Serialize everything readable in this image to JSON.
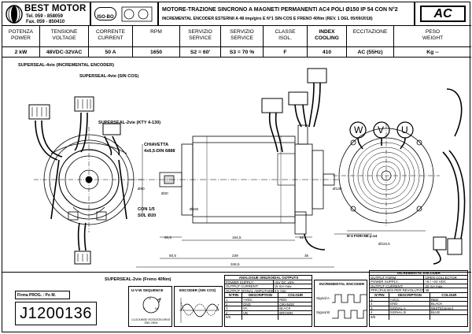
{
  "header": {
    "brand": "BEST MOTOR",
    "tel": "Tel. 059 - 858059",
    "fax": "Fax. 059 - 850410",
    "iso": "ISO-BO",
    "title_line1": "MOTORE-TRAZIONE SINCRONO A MAGNETI PERMANENTI AC4 POLI Ø150 IP 54 CON N°2",
    "title_line2": "INCREMENTAL ENCODER ESTERNII A 48 imp/giro E N°1 SIN-COS E FRENO 40Nm (REV. 1 DEL 05/09/2018)",
    "badge": "AC"
  },
  "specs": [
    {
      "label": [
        "POTENZA",
        "POWER"
      ],
      "value": "2 kW"
    },
    {
      "label": [
        "TENSIONE",
        "VOLTAGE"
      ],
      "value": "48VDC-32VAC"
    },
    {
      "label": [
        "CORRENTE",
        "CURRENT"
      ],
      "value": "50 A"
    },
    {
      "label": [
        "RPM",
        ""
      ],
      "value": "1650"
    },
    {
      "label": [
        "SERVIZIO",
        "SERVICE"
      ],
      "value": "S2 =   60'"
    },
    {
      "label": [
        "SERVIZIO",
        "SERVICE"
      ],
      "value": "S3 = 70 %"
    },
    {
      "label": [
        "CLASSE",
        "ISOL."
      ],
      "value": "F"
    },
    {
      "label": [
        "INDEX COOLING",
        ""
      ],
      "value": "410"
    },
    {
      "label": [
        "ECCITAZIONE",
        ""
      ],
      "value": "AC (55Hz)"
    },
    {
      "label": [
        "PESO",
        "WEIGHT"
      ],
      "value": "Kg --"
    }
  ],
  "callouts": {
    "incremental": "SUPERSEAL-4vie (INCREMENTAL ENCODER)",
    "sincos": "SUPERSEAL-4vie (SIN COS)",
    "kty": "SUPERSEAL-2vie (KTY 4-130)",
    "chiavetta1": "CHIAVETTA",
    "chiavetta2": "4x6,5-DIN 6888",
    "con1": "CON 1/5",
    "con2": "SUL Ø20",
    "freno": "SUPERSEAL-2vie (Freno 40Nm)",
    "fori": "N°4 FORI M8 p.14"
  },
  "phases": [
    "W",
    "V",
    "U"
  ],
  "dims": {
    "d194": "194,5",
    "d239": "239",
    "d346": "346,5",
    "d50a": "50,5",
    "d50b": "50,5",
    "d52": "52",
    "d35": "35",
    "d115": "Ø115,5",
    "d60": "Ø60",
    "d130": "Ø130",
    "d150": "Ø150",
    "d20": "Ø20"
  },
  "footer": {
    "firma": "Firma PROG. : Po M.",
    "part": "J1200136",
    "uvw_title": "U-V-W SEQUENCE",
    "uvw_note": "CLOCKWISE ROTATION DRIVE END VIEW",
    "encoder_sincos_title": "ENCODER (SIN COS)",
    "incr_encoder_title": "INCREMENTAL ENCODER",
    "signal_a": "Signal A",
    "signal_b": "Signal B"
  },
  "analog_table": {
    "title": "ANALOGUE SINUSOIDAL OUTPUTS",
    "rows": [
      [
        "POWER SUPPLY:",
        "+5V DC ±5%"
      ],
      [
        "OUTPUT CURRENT:",
        "15 mA  max."
      ],
      [
        "OUTPUT SIGNAL AMPLITUDE:",
        "0.5 Vpp"
      ]
    ],
    "header": [
      "N°PIN",
      "DESCRIPTION",
      "COLOUR"
    ],
    "pins": [
      [
        "1",
        "+VDC",
        "RED"
      ],
      [
        "2",
        "GND",
        "ORANGE"
      ],
      [
        "3",
        "VA",
        "BLACK"
      ],
      [
        "4",
        "VB",
        "BROWN"
      ],
      [
        "5/6",
        "",
        ""
      ]
    ]
  },
  "incremental_table": {
    "title": "INCREMENTAL ENCODER",
    "rows": [
      [
        "OUTPUT FORM",
        "OPEN COLLECTOR"
      ],
      [
        "POWER SUPPLY:",
        "+5 / +24 VDC"
      ],
      [
        "OUTPUT CURRENT:",
        "20 mA  max."
      ],
      [
        "PPR (PULSES PER REVOLUTION)",
        "48"
      ]
    ],
    "header": [
      "N°PIN",
      "DESCRIPTION",
      "COLOUR"
    ],
    "pins": [
      [
        "1",
        "+VCC",
        "RED"
      ],
      [
        "2",
        "GND",
        "BLACK"
      ],
      [
        "3",
        "SIGNAL A",
        "WHITE(green)"
      ],
      [
        "4",
        "SIGNAL B",
        "BLUE"
      ],
      [
        "5/6",
        "",
        ""
      ]
    ]
  }
}
